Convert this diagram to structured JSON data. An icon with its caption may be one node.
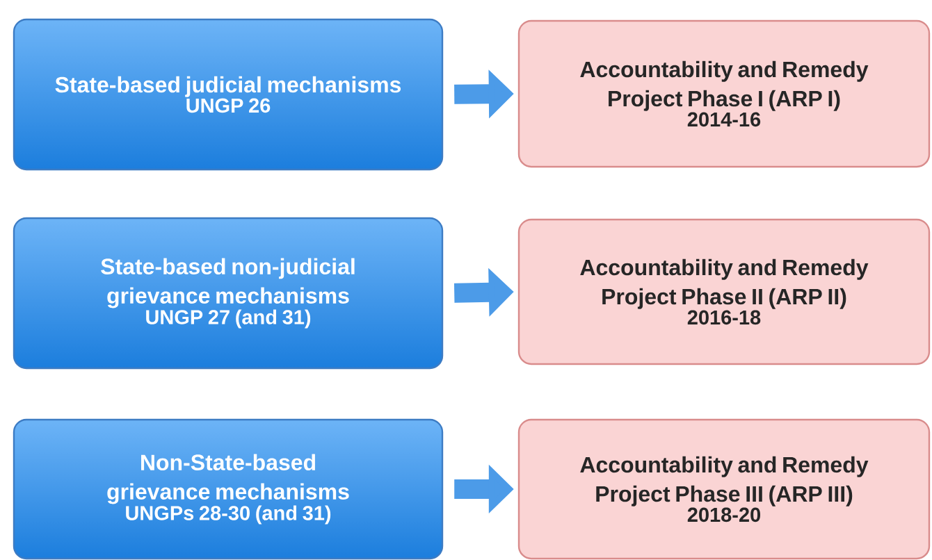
{
  "diagram": {
    "nodes": [
      {
        "text": [
          "State-based judicial mechanisms",
          "UNGP 26"
        ]
      },
      {
        "text": [
          "Accountability and Remedy Project Phase I (ARP I)",
          "2014-16"
        ]
      },
      {
        "text": [
          "State-based non-judicial grievance mechanisms",
          "UNGP 27 (and 31)"
        ]
      },
      {
        "text": [
          "Accountability and Remedy Project Phase II (ARP II)",
          "2016-18"
        ]
      },
      {
        "text": [
          "Non-State-based grievance mechanisms",
          "UNGPs 28-30 (and 31)"
        ]
      },
      {
        "text": [
          "Accountability and Remedy Project Phase III (ARP III)",
          "2018-20"
        ]
      }
    ],
    "edges": [
      {
        "from": 0,
        "to": 1,
        "arrow": "to"
      },
      {
        "from": 2,
        "to": 3,
        "arrow": "to"
      },
      {
        "from": 4,
        "to": 5,
        "arrow": "to"
      }
    ]
  }
}
